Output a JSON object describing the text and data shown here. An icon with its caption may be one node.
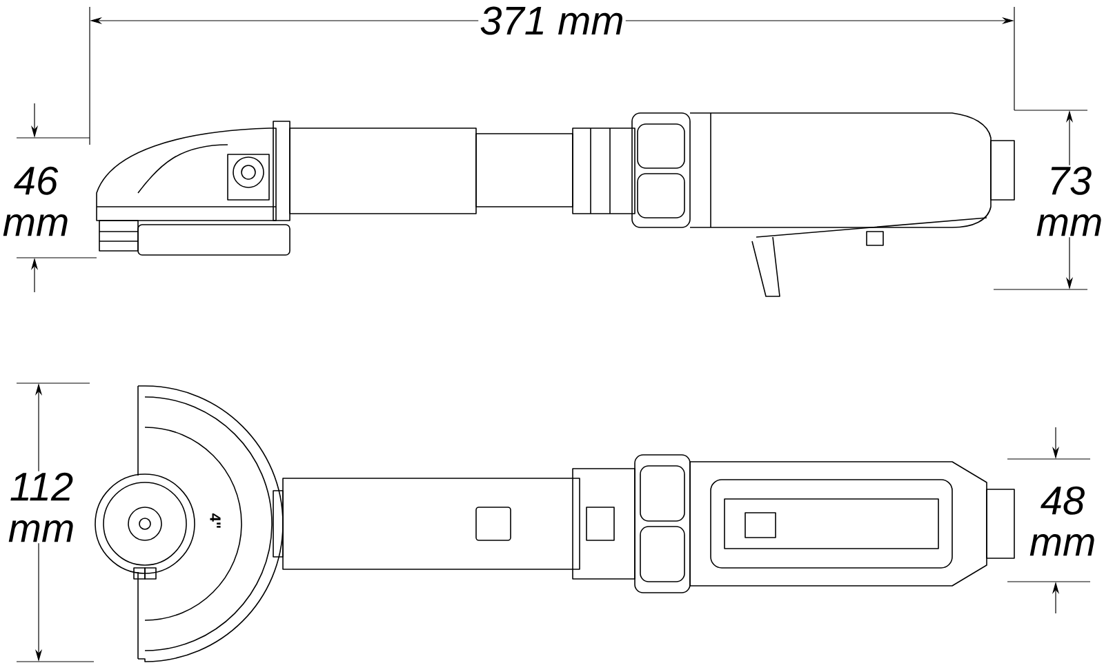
{
  "diagram": {
    "labels": [
      "371 mm",
      "46 mm",
      "73 mm",
      "112 mm",
      "4\"",
      "48 mm"
    ]
  }
}
